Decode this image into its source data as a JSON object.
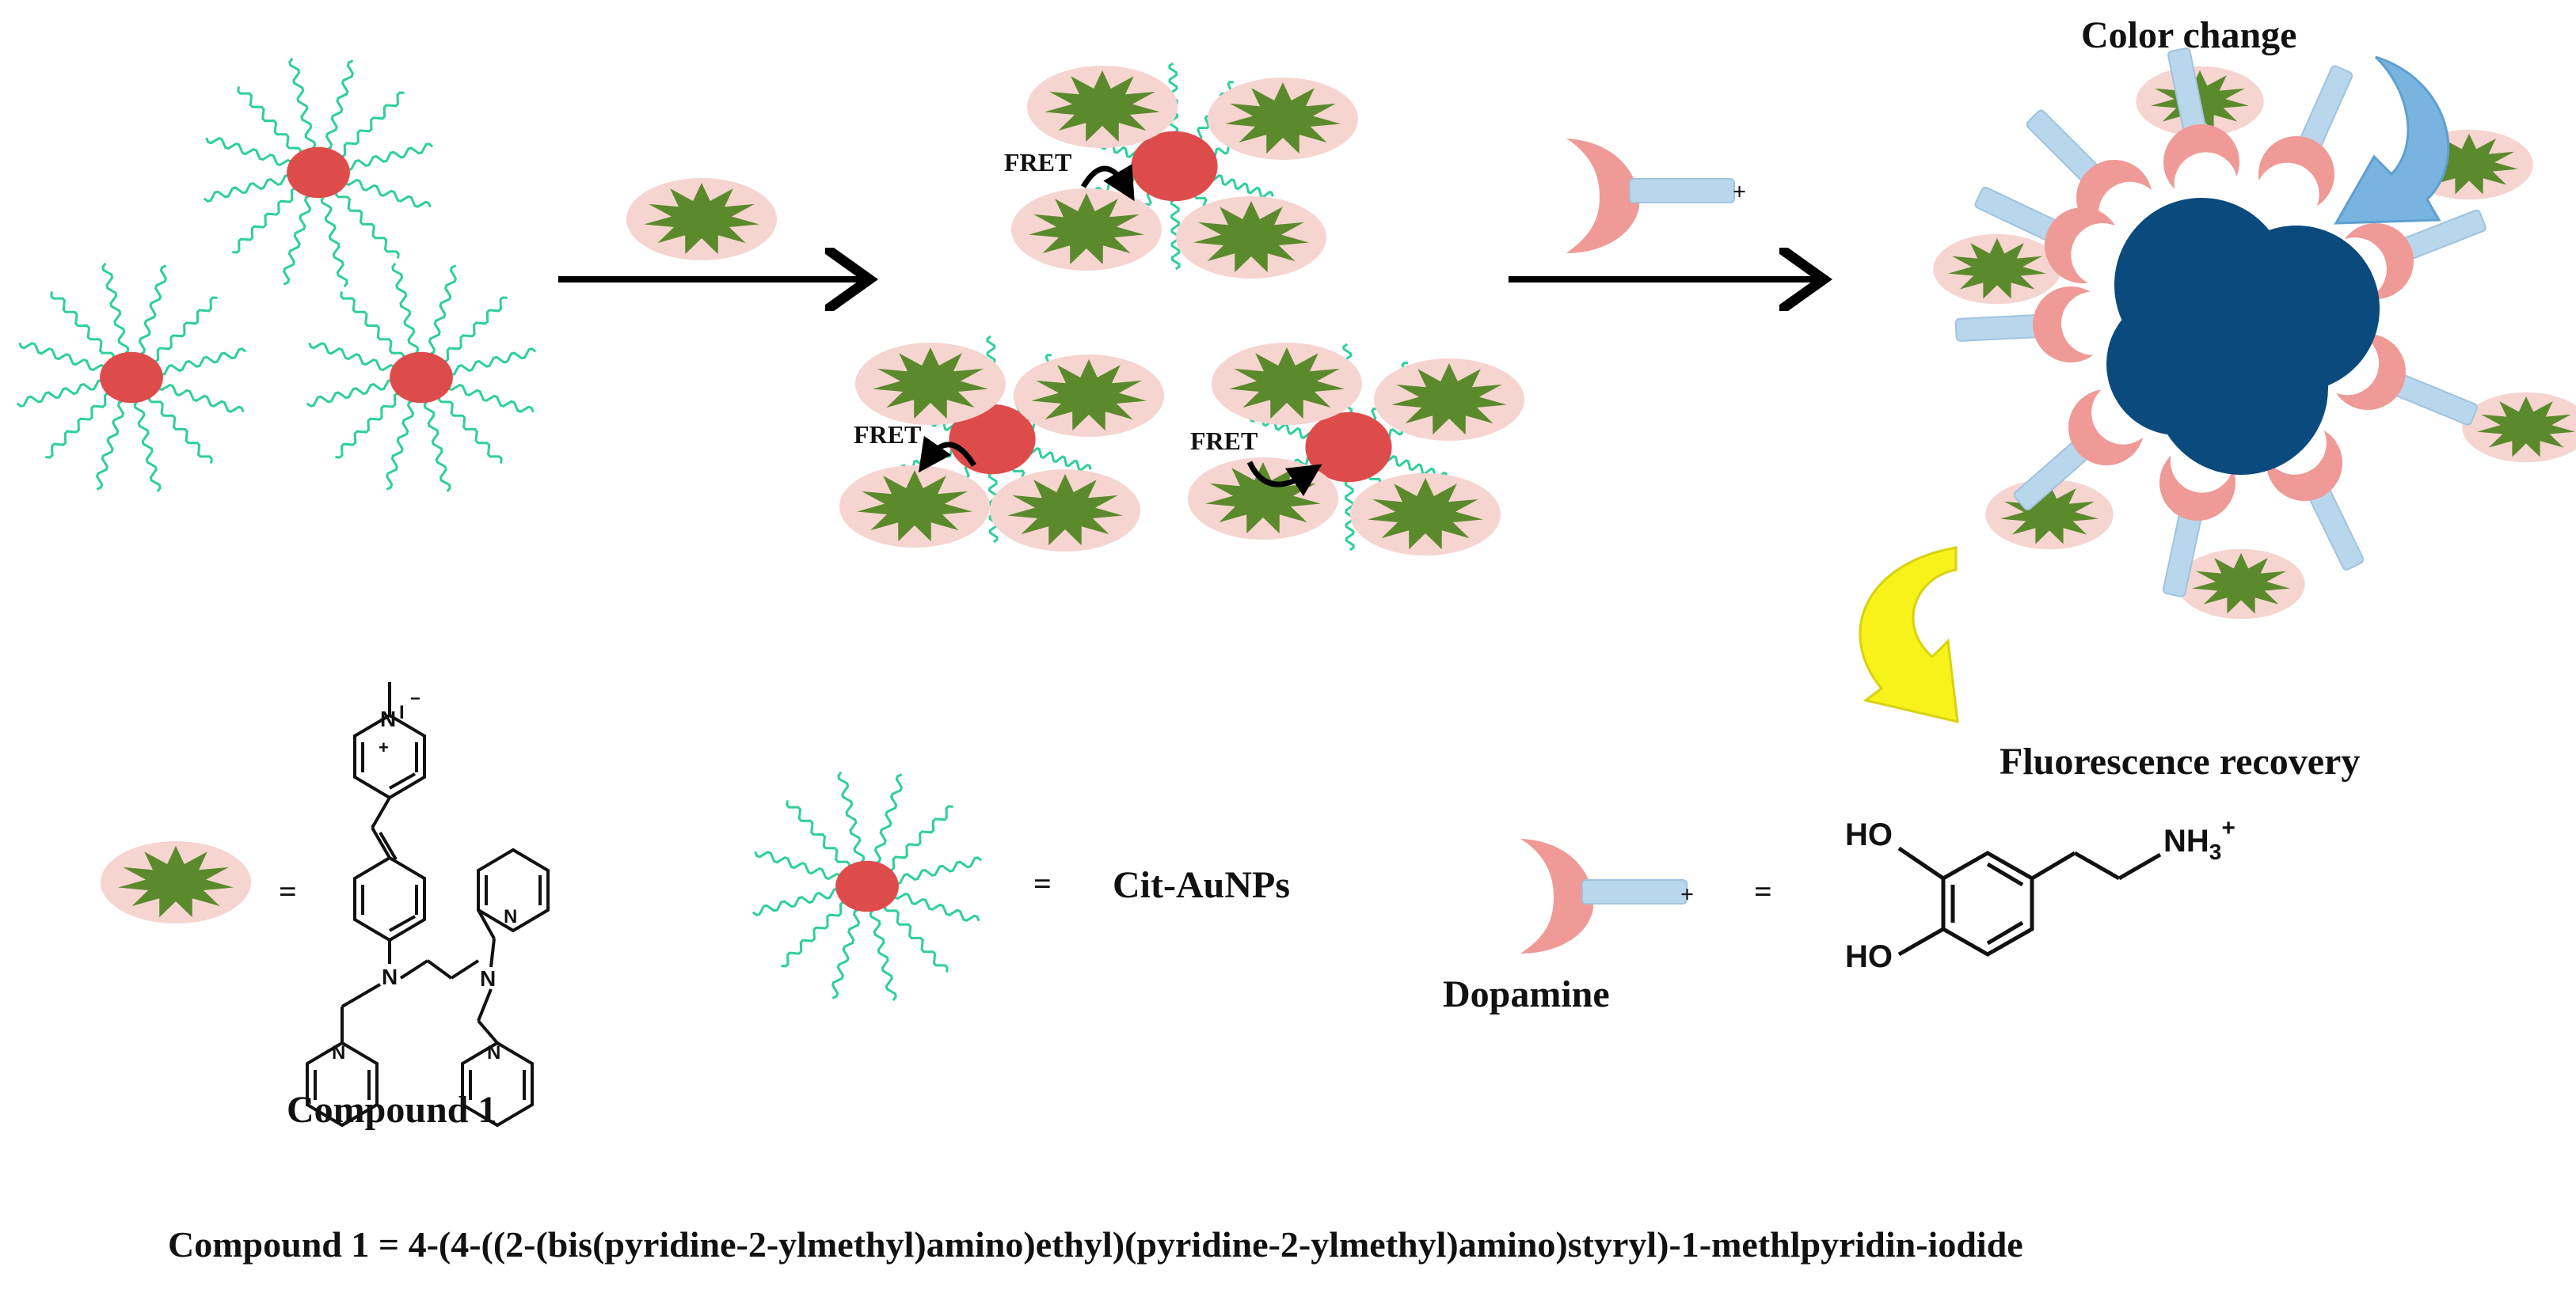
{
  "labels": {
    "color_change": "Color change",
    "fluorescence_recovery": "Fluorescence recovery",
    "fret": "FRET",
    "compound_label": "Compound 1",
    "equals": "=",
    "cit_aunps": "Cit-AuNPs",
    "dopamine": "Dopamine",
    "charge_plus": "+",
    "ho": "HO",
    "nh3": "NH",
    "nh3_sub": "3",
    "nh3_sup": "+",
    "pyridinium_n": "N",
    "pyridinium_plus": "+",
    "iodide": "I",
    "iodide_charge": "−",
    "amine_n": "N"
  },
  "caption": "Compound 1 = 4-(4-((2-(bis(pyridine-2-ylmethyl)amino)ethyl)(pyridine-2-ylmethyl)amino)styryl)-1-methlpyridin-iodide",
  "colors": {
    "gold_np": "#de4b4b",
    "citrate": "#2fcf9a",
    "dye_fill": "#5a8a2c",
    "dye_halo": "#f6d4d0",
    "dopamine_head": "#ef9a96",
    "dopamine_tail": "#b9d7ec",
    "aggregate": "#0b4a7c",
    "blue_arrow": "#79b4e0",
    "yellow_arrow": "#f6f21a"
  }
}
